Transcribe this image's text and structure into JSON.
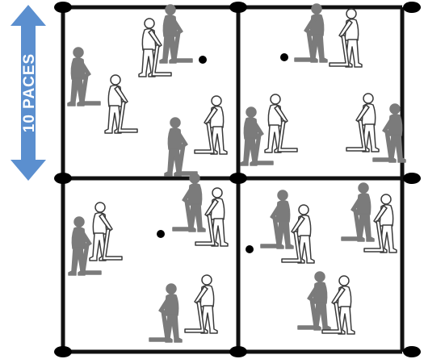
{
  "distance_label": "10 PACES",
  "colors": {
    "arrow": "#5b8fcf",
    "grid_line": "#111111",
    "player_solid": "#7b7b7b",
    "player_outline": "#3a3a3a",
    "ball": "#000000"
  },
  "grid": {
    "rows": 2,
    "cols": 2
  },
  "players_per_square": 6,
  "balls_total": 4
}
